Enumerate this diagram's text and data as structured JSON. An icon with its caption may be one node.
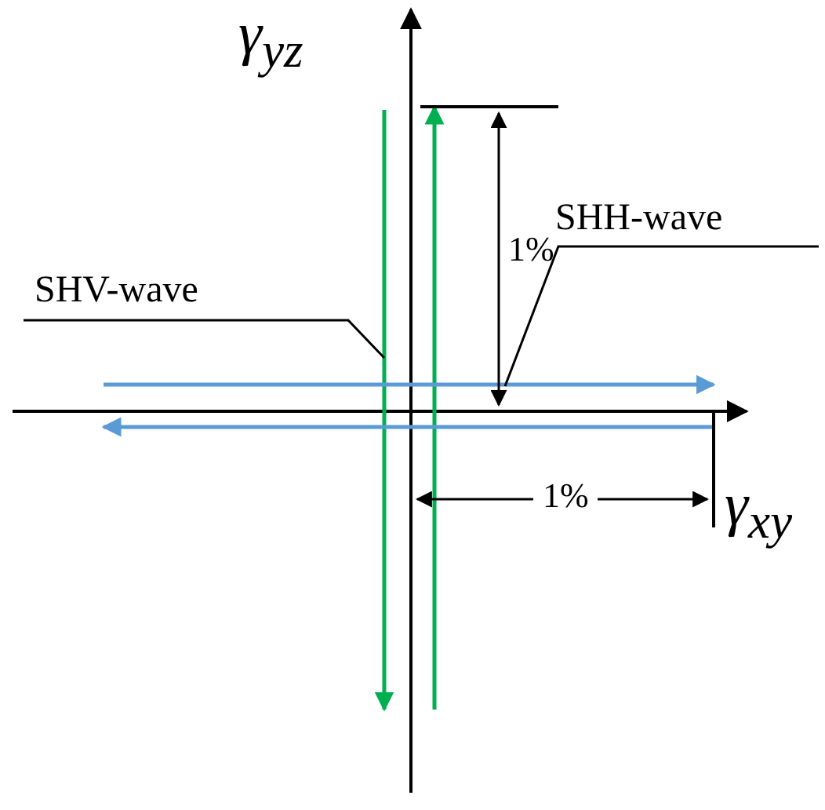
{
  "diagram": {
    "nodes": [
      {
        "text": [
          "SHV-wave"
        ]
      },
      {
        "text": [
          "SHH-wave"
        ]
      }
    ],
    "edges": [
      {
        "from": 0,
        "to": null,
        "arrow": "none"
      },
      {
        "from": 1,
        "to": null,
        "arrow": "none"
      }
    ],
    "labels": [
      "γ$_{yz}$",
      "1%",
      "1%",
      "γ$_{xy}$"
    ]
  }
}
